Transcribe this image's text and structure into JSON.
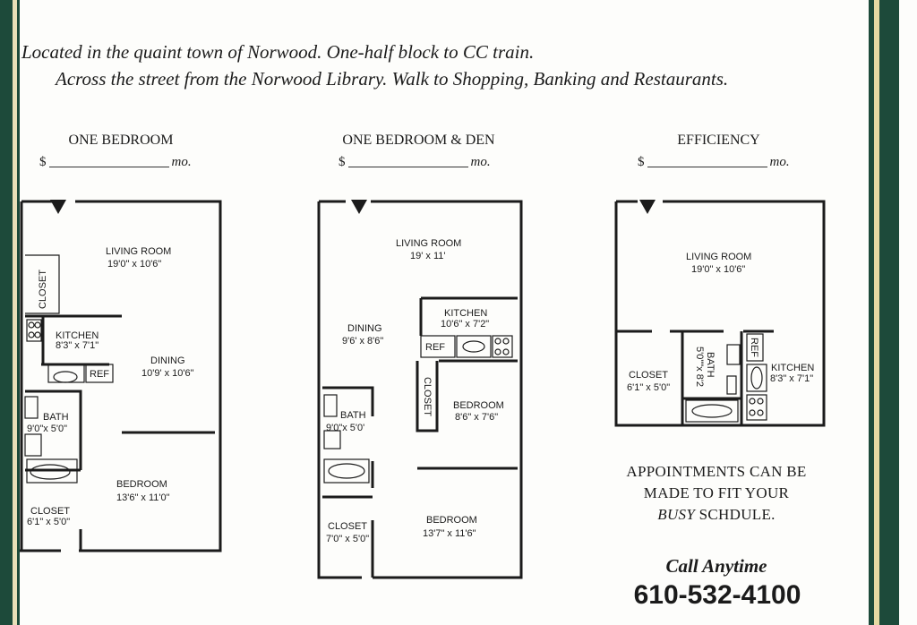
{
  "intro": {
    "line1": "Located in the quaint town of Norwood. One-half block to CC train.",
    "line2": "Across the street from the Norwood Library. Walk to Shopping, Banking and Restaurants."
  },
  "units": [
    {
      "title": "ONE BEDROOM",
      "price_symbol": "$",
      "price_suffix": "mo.",
      "rooms": [
        {
          "name": "LIVING ROOM",
          "size": "19'0\" x 10'6\""
        },
        {
          "name": "CLOSET",
          "size": ""
        },
        {
          "name": "KITCHEN",
          "size": "8'3\" x 7'1\""
        },
        {
          "name": "DINING",
          "size": "10'9' x 10'6\""
        },
        {
          "name": "BATH",
          "size": "9'0\"x 5'0\""
        },
        {
          "name": "BEDROOM",
          "size": "13'6\" x 11'0\""
        },
        {
          "name": "CLOSET",
          "size": "6'1\" x 5'0\""
        }
      ],
      "ref_label": "REF"
    },
    {
      "title": "ONE BEDROOM & DEN",
      "price_symbol": "$",
      "price_suffix": "mo.",
      "rooms": [
        {
          "name": "LIVING ROOM",
          "size": "19' x 11'"
        },
        {
          "name": "KITCHEN",
          "size": "10'6\" x 7'2\""
        },
        {
          "name": "DINING",
          "size": "9'6' x 8'6\""
        },
        {
          "name": "CLOSET",
          "size": ""
        },
        {
          "name": "BEDROOM",
          "size": "8'6\" x 7'6\""
        },
        {
          "name": "BATH",
          "size": "9'0\"x 5'0'"
        },
        {
          "name": "BEDROOM",
          "size": "13'7\" x 11'6\""
        },
        {
          "name": "CLOSET",
          "size": "7'0\" x 5'0\""
        }
      ],
      "ref_label": "REF"
    },
    {
      "title": "EFFICIENCY",
      "price_symbol": "$",
      "price_suffix": "mo.",
      "rooms": [
        {
          "name": "LIVING ROOM",
          "size": "19'0\" x 10'6\""
        },
        {
          "name": "CLOSET",
          "size": "6'1\" x 5'0\""
        },
        {
          "name": "BATH",
          "size": "5'0\"\"x 8'2"
        },
        {
          "name": "KITCHEN",
          "size": "8'3\" x 7'1\""
        }
      ],
      "ref_label": "REF"
    }
  ],
  "appointments": {
    "line1": "APPOINTMENTS CAN BE",
    "line2": "MADE TO FIT YOUR",
    "busy": "BUSY",
    "line3_rest": " SCHDULE."
  },
  "contact": {
    "call": "Call Anytime",
    "phone": "610-532-4100"
  }
}
